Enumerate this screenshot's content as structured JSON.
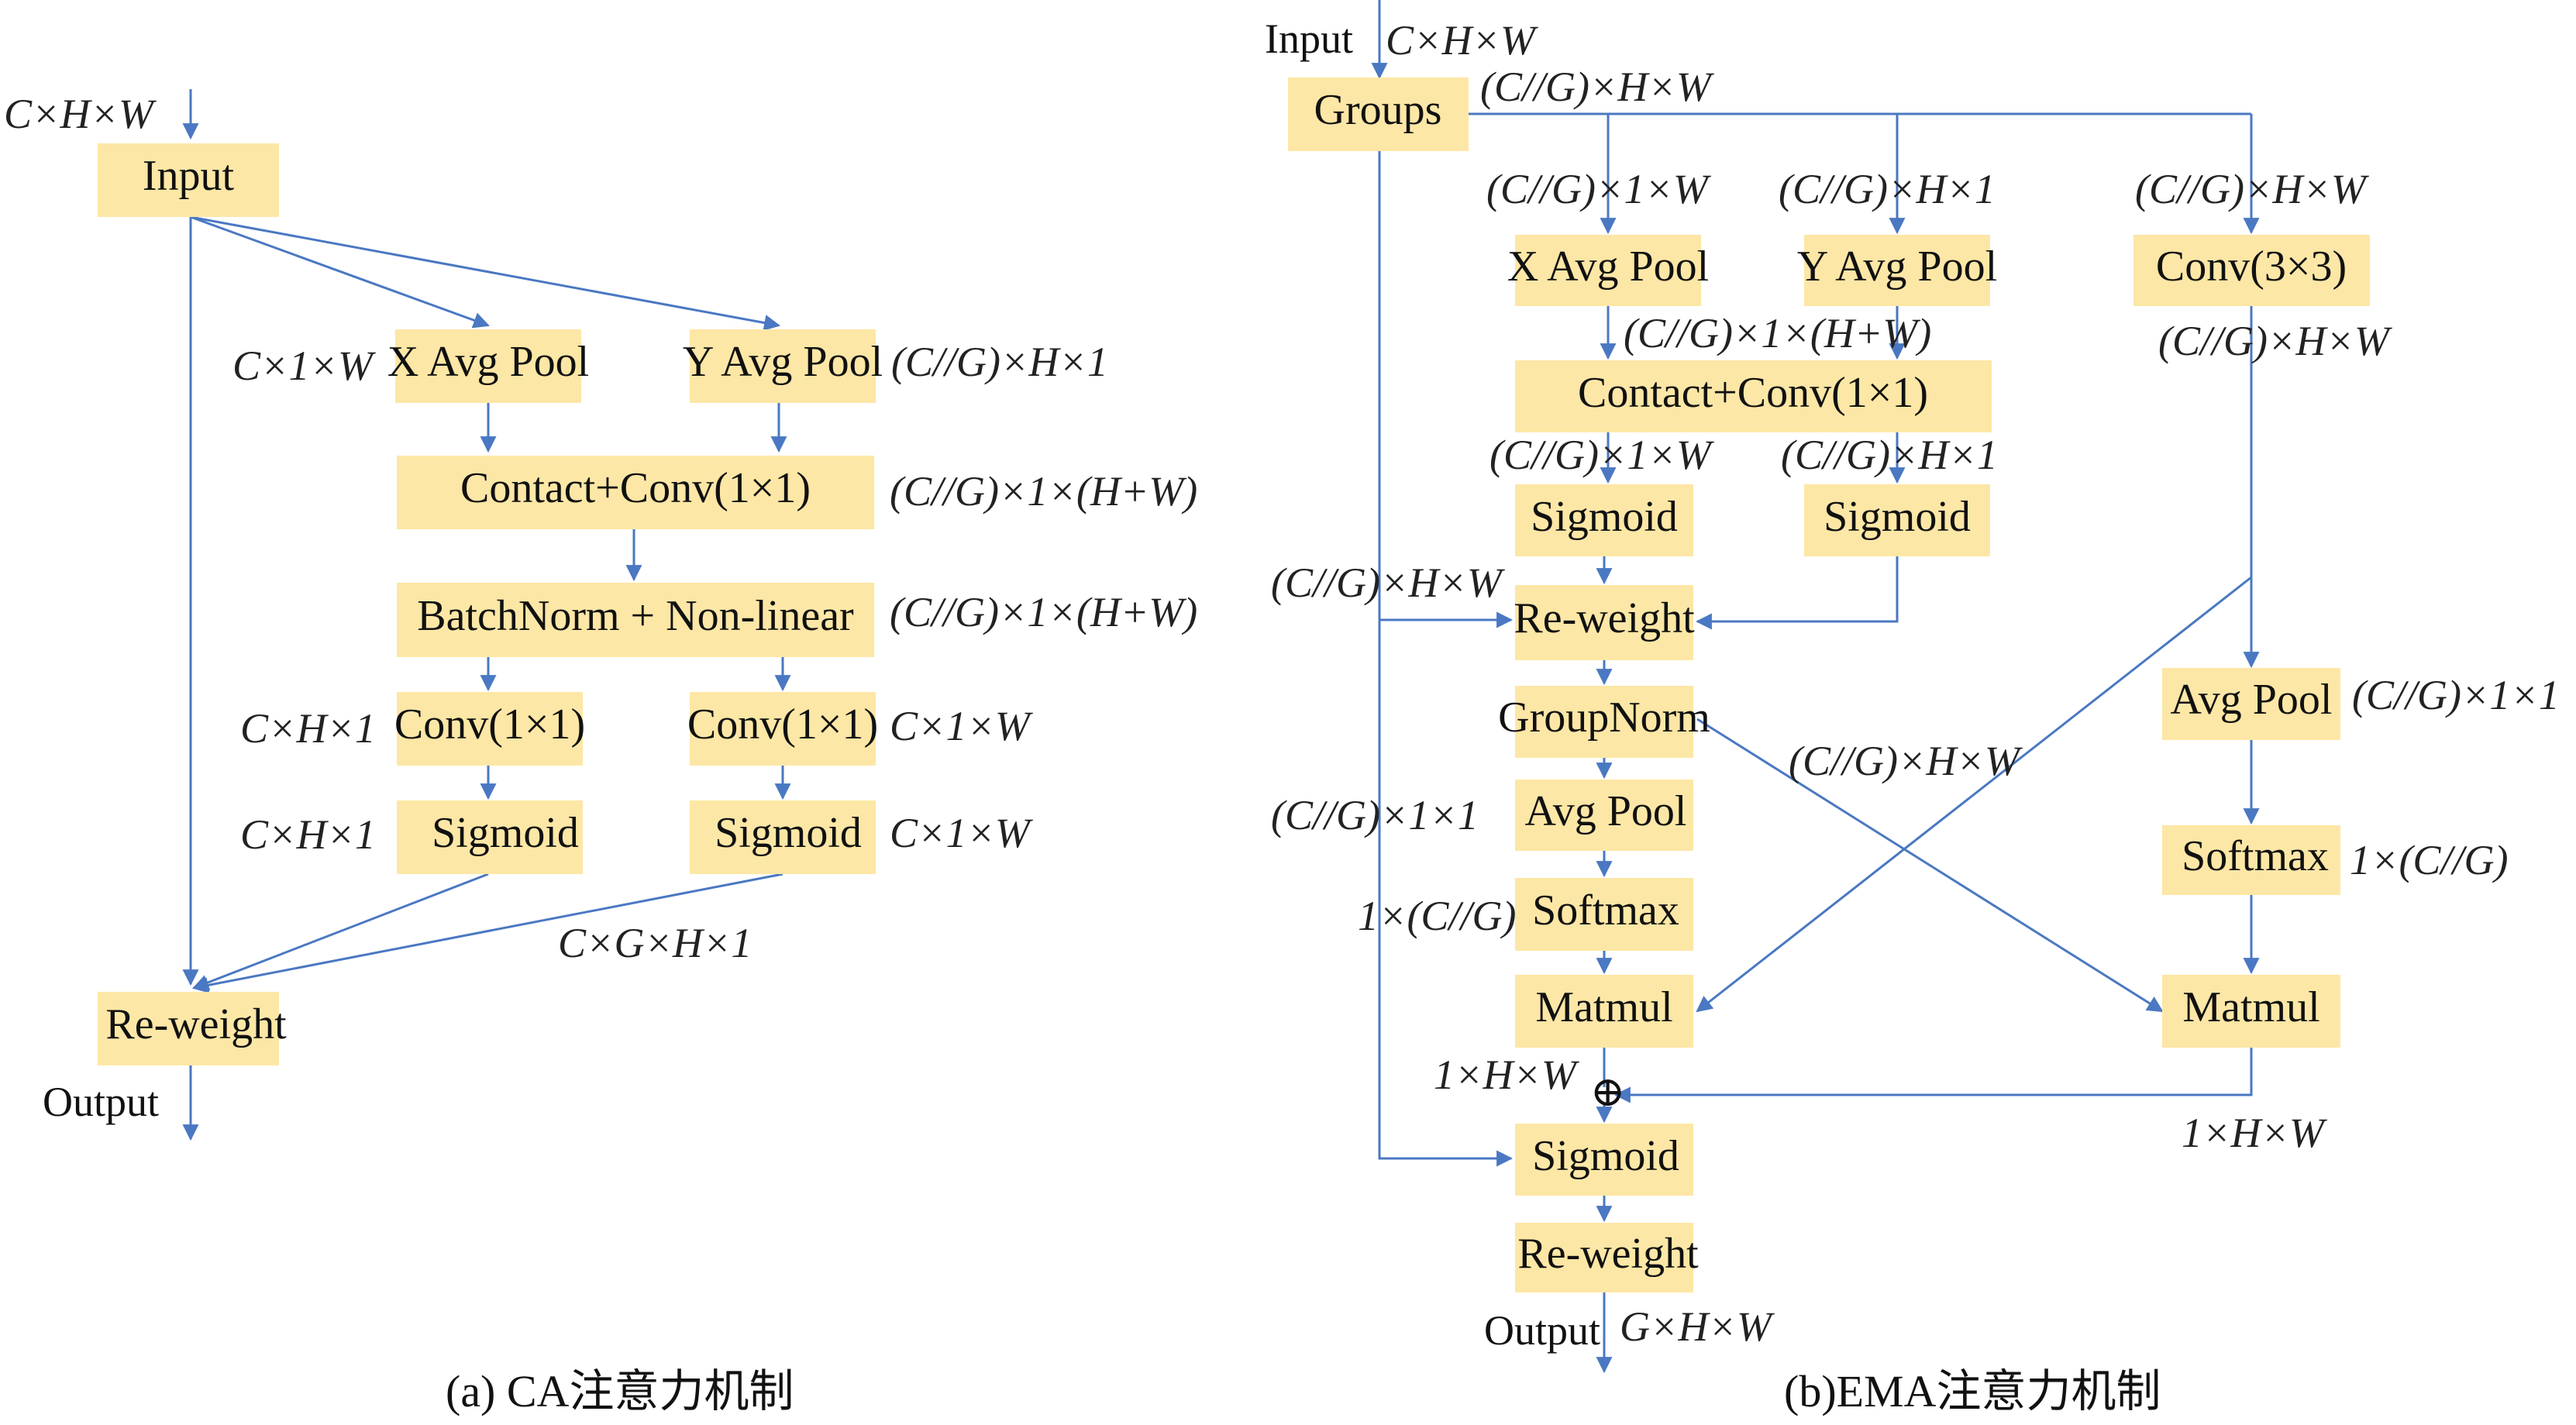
{
  "panel_a": {
    "caption": "(a) CA注意力机制",
    "input_dim": "C×H×W",
    "output_label": "Output",
    "nodes": {
      "input": "Input",
      "x_pool": "X Avg Pool",
      "y_pool": "Y Avg Pool",
      "concat_conv": "Contact+Conv(1×1)",
      "batchnorm": "BatchNorm + Non-linear",
      "conv_left": "Conv(1×1)",
      "conv_right": "Conv(1×1)",
      "sigmoid_left": "Sigmoid",
      "sigmoid_right": "Sigmoid",
      "reweight": "Re-weight"
    },
    "dims": {
      "x_pool": "C×1×W",
      "y_pool": "(C//G)×H×1",
      "concat_conv": "(C//G)×1×(H+W)",
      "batchnorm": "(C//G)×1×(H+W)",
      "conv_left": "C×H×1",
      "conv_right": "C×1×W",
      "sigmoid_left": "C×H×1",
      "sigmoid_right": "C×1×W",
      "merge": "C×G×H×1"
    }
  },
  "panel_b": {
    "caption": "(b)EMA注意力机制",
    "input_label": "Input",
    "input_dim": "C×H×W",
    "output_label": "Output",
    "output_dim": "G×H×W",
    "plus_symbol": "⊕",
    "nodes": {
      "groups": "Groups",
      "x_pool": "X Avg Pool",
      "y_pool": "Y Avg Pool",
      "conv3": "Conv(3×3)",
      "concat_conv": "Contact+Conv(1×1)",
      "sigmoid_left": "Sigmoid",
      "sigmoid_right": "Sigmoid",
      "reweight_top": "Re-weight",
      "groupnorm": "GroupNorm",
      "avgpool_left": "Avg Pool",
      "softmax_left": "Softmax",
      "matmul_left": "Matmul",
      "avgpool_right": "Avg Pool",
      "softmax_right": "Softmax",
      "matmul_right": "Matmul",
      "sigmoid_bottom": "Sigmoid",
      "reweight_bottom": "Re-weight"
    },
    "dims": {
      "groups": "(C//G)×H×W",
      "x_pool_in": "(C//G)×1×W",
      "y_pool_in": "(C//G)×H×1",
      "conv3_in": "(C//G)×H×W",
      "concat_in": "(C//G)×1×(H+W)",
      "conv3_out": "(C//G)×H×W",
      "sig_left_in": "(C//G)×1×W",
      "sig_right_in": "(C//G)×H×1",
      "reweight_in": "(C//G)×H×W",
      "cross": "(C//G)×H×W",
      "avgpool_right": "(C//G)×1×1",
      "avgpool_left": "(C//G)×1×1",
      "softmax_right": "1×(C//G)",
      "softmax_left": "1×(C//G)",
      "matmul_left": "1×H×W",
      "matmul_right": "1×H×W"
    }
  }
}
